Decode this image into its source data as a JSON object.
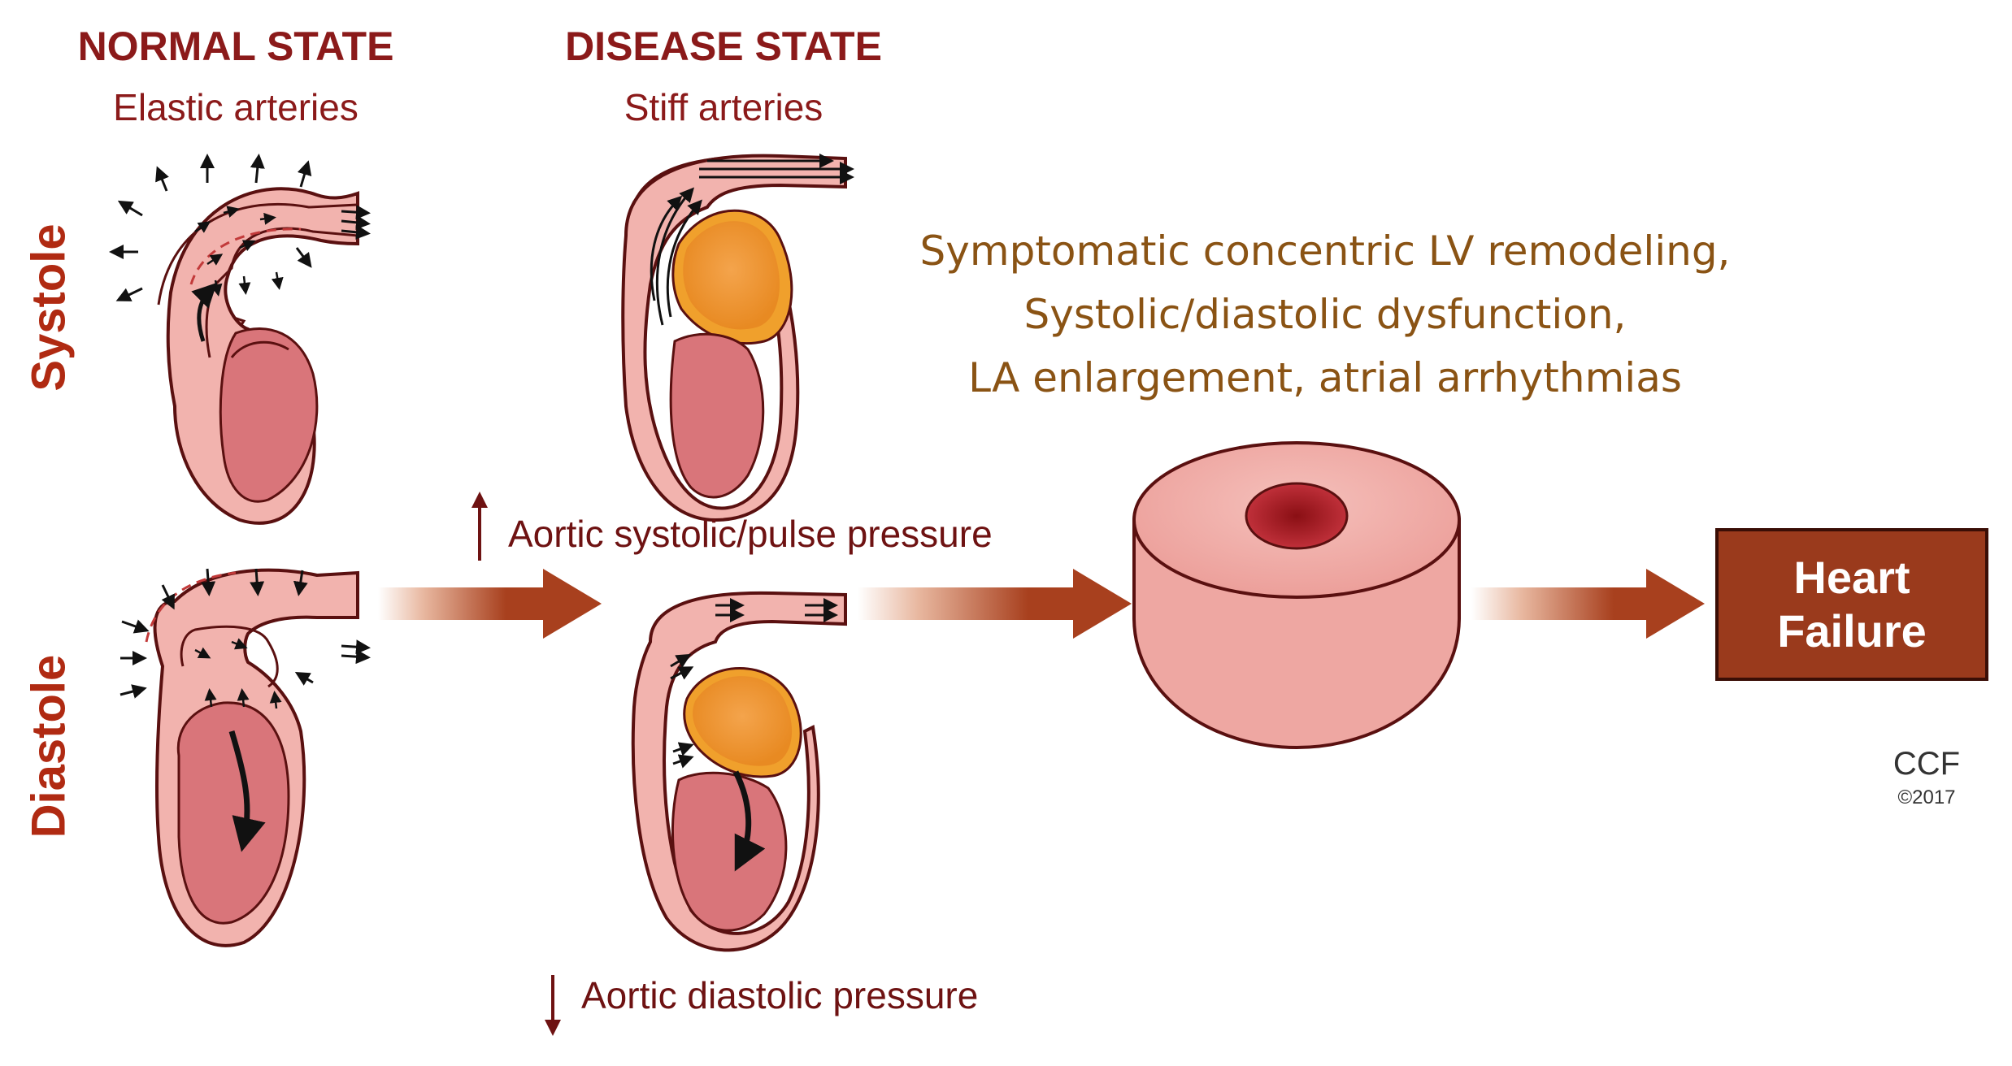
{
  "states": {
    "normal": {
      "title": "NORMAL STATE",
      "subtitle": "Elastic arteries"
    },
    "disease": {
      "title": "DISEASE STATE",
      "subtitle": "Stiff arteries"
    }
  },
  "phases": {
    "systole": "Systole",
    "diastole": "Diastole"
  },
  "pressures": {
    "systolic": {
      "arrow": "↑",
      "text": "Aortic systolic/pulse pressure"
    },
    "diastolic": {
      "arrow": "↓",
      "text": "Aortic diastolic pressure"
    }
  },
  "remodeling": {
    "line1": "Symptomatic concentric LV remodeling,",
    "line2": "Systolic/diastolic dysfunction,",
    "line3": "LA enlargement, atrial arrhythmias"
  },
  "outcome": {
    "line1": "Heart",
    "line2": "Failure"
  },
  "credit": {
    "name": "CCF",
    "year": "©2017"
  },
  "colors": {
    "title": "#8b1a1a",
    "phase_label": "#b02a12",
    "symptoms_text": "#8a5314",
    "flow_arrow": "#a8401e",
    "heart_tissue": "#f2b3ae",
    "heart_chamber": "#d9757a",
    "heart_outline": "#5a1010",
    "hypertrophy": "#f0a02c",
    "outcome_box": "#9a3a1c"
  }
}
